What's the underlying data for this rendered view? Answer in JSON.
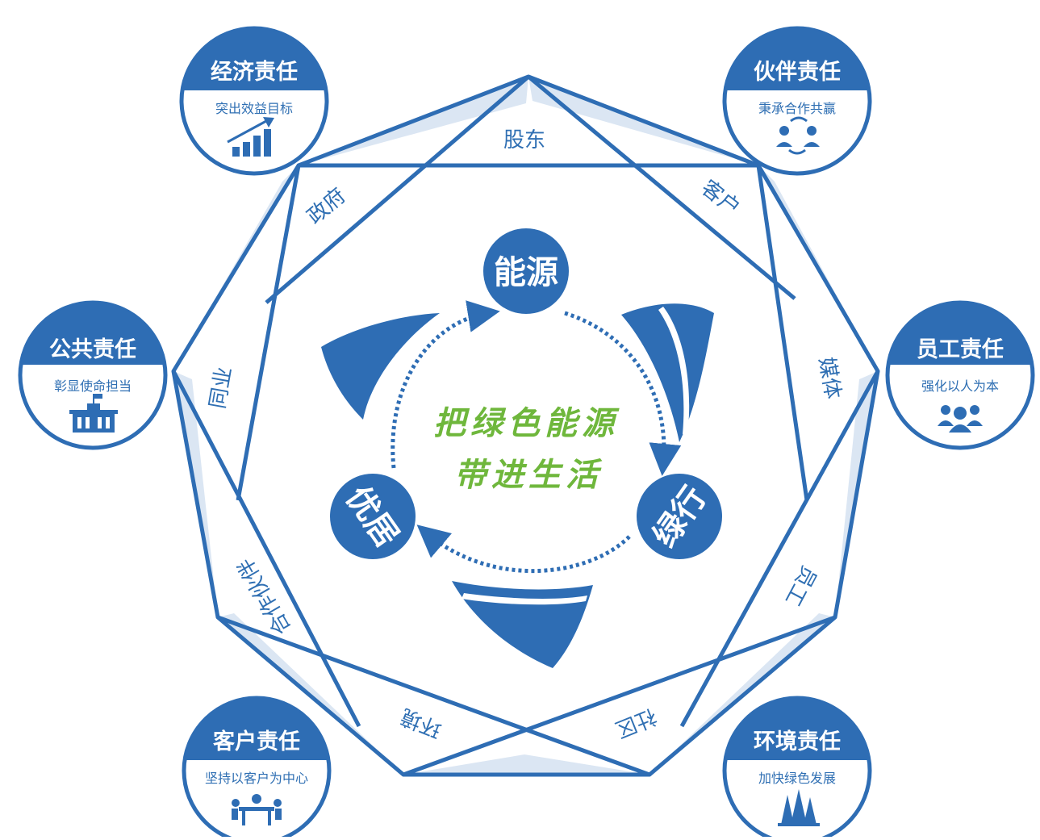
{
  "colors": {
    "primary": "#2e6db4",
    "light_fill": "#dbe6f3",
    "slogan_green": "#6fb73c",
    "white": "#ffffff"
  },
  "stakeholders": {
    "shareholders": "股东",
    "customers": "客户",
    "media": "媒体",
    "employees": "员工",
    "community": "社区",
    "environment": "环境",
    "partners": "合作伙伴",
    "industry": "同业",
    "government": "政府"
  },
  "hubs": {
    "energy": "能源",
    "green_travel": "绿行",
    "quality_living": "优居"
  },
  "slogan": {
    "line1": "把绿色能源",
    "line2": "带进生活"
  },
  "responsibilities": {
    "economic": {
      "title": "经济责任",
      "subtitle": "突出效益目标",
      "icon": "bar-chart-icon"
    },
    "partner": {
      "title": "伙伴责任",
      "subtitle": "秉承合作共赢",
      "icon": "partner-exchange-icon"
    },
    "employee": {
      "title": "员工责任",
      "subtitle": "强化以人为本",
      "icon": "people-group-icon"
    },
    "environment": {
      "title": "环境责任",
      "subtitle": "加快绿色发展",
      "icon": "trees-icon"
    },
    "customer": {
      "title": "客户责任",
      "subtitle": "坚持以客户为中心",
      "icon": "meeting-table-icon"
    },
    "public": {
      "title": "公共责任",
      "subtitle": "彰显使命担当",
      "icon": "government-building-icon"
    }
  }
}
